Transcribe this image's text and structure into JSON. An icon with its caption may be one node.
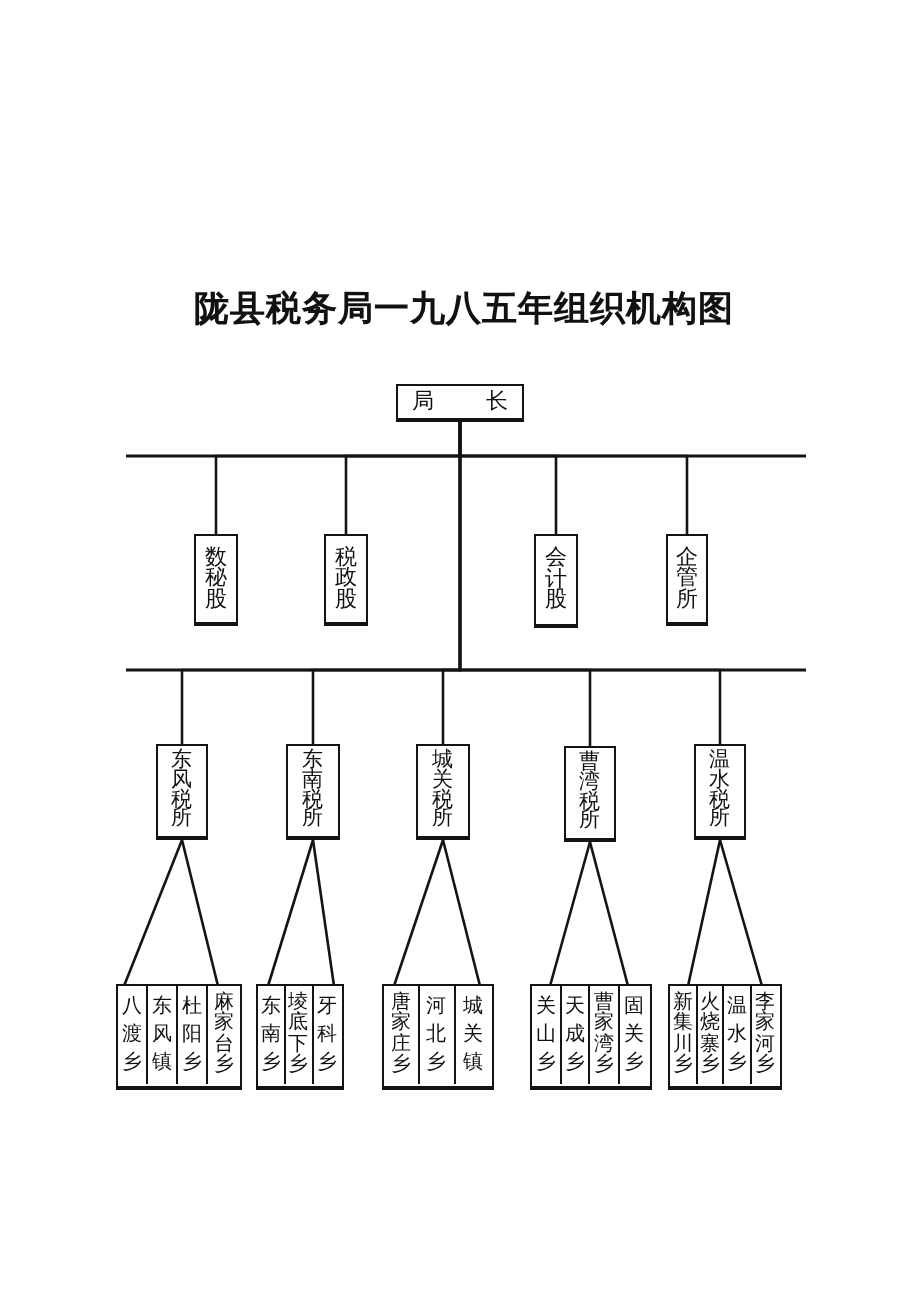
{
  "diagram": {
    "title": "陇县税务局一九八五年组织机构图",
    "nodes": [
      {
        "text": [
          "局长"
        ]
      },
      {
        "text": [
          "数秘股"
        ]
      },
      {
        "text": [
          "税政股"
        ]
      },
      {
        "text": [
          "会计股"
        ]
      },
      {
        "text": [
          "企管所"
        ]
      },
      {
        "text": [
          "东风税所"
        ]
      },
      {
        "text": [
          "东南税所"
        ]
      },
      {
        "text": [
          "城关税所"
        ]
      },
      {
        "text": [
          "曹湾税所"
        ]
      },
      {
        "text": [
          "温水税所"
        ]
      },
      {
        "text": [],
        "shape": "box"
      },
      {
        "text": [
          "八渡乡"
        ],
        "in": 10
      },
      {
        "text": [
          "东风镇"
        ],
        "in": 10
      },
      {
        "text": [
          "杜阳乡"
        ],
        "in": 10
      },
      {
        "text": [
          "麻家台乡"
        ],
        "in": 10
      },
      {
        "text": [],
        "shape": "box"
      },
      {
        "text": [
          "东南乡"
        ],
        "in": 15
      },
      {
        "text": [
          "堎底下乡"
        ],
        "in": 15
      },
      {
        "text": [
          "牙科乡"
        ],
        "in": 15
      },
      {
        "text": [],
        "shape": "box"
      },
      {
        "text": [
          "唐家庄乡"
        ],
        "in": 19
      },
      {
        "text": [
          "河北乡"
        ],
        "in": 19
      },
      {
        "text": [
          "城关镇"
        ],
        "in": 19
      },
      {
        "text": [],
        "shape": "box"
      },
      {
        "text": [
          "关山乡"
        ],
        "in": 23
      },
      {
        "text": [
          "天成乡"
        ],
        "in": 23
      },
      {
        "text": [
          "曹家湾乡"
        ],
        "in": 23
      },
      {
        "text": [
          "固关乡"
        ],
        "in": 23
      },
      {
        "text": [],
        "shape": "box"
      },
      {
        "text": [
          "新集川乡"
        ],
        "in": 28
      },
      {
        "text": [
          "火烧寨乡"
        ],
        "in": 28
      },
      {
        "text": [
          "温水乡"
        ],
        "in": 28
      },
      {
        "text": [
          "李家河乡"
        ],
        "in": 28
      }
    ],
    "edges": [
      {
        "from": 0,
        "to": 1,
        "arrow": "none"
      },
      {
        "from": 0,
        "to": 2,
        "arrow": "none"
      },
      {
        "from": 0,
        "to": 3,
        "arrow": "none"
      },
      {
        "from": 0,
        "to": 4,
        "arrow": "none"
      },
      {
        "from": 0,
        "to": 5,
        "arrow": "none"
      },
      {
        "from": 0,
        "to": 6,
        "arrow": "none"
      },
      {
        "from": 0,
        "to": 7,
        "arrow": "none"
      },
      {
        "from": 0,
        "to": 8,
        "arrow": "none"
      },
      {
        "from": 0,
        "to": 9,
        "arrow": "none"
      },
      {
        "from": 5,
        "to": 11,
        "arrow": "none"
      },
      {
        "from": 5,
        "to": 14,
        "arrow": "none"
      },
      {
        "from": 6,
        "to": 16,
        "arrow": "none"
      },
      {
        "from": 6,
        "to": 18,
        "arrow": "none"
      },
      {
        "from": 7,
        "to": 20,
        "arrow": "none"
      },
      {
        "from": 7,
        "to": 22,
        "arrow": "none"
      },
      {
        "from": 8,
        "to": 24,
        "arrow": "none"
      },
      {
        "from": 8,
        "to": 27,
        "arrow": "none"
      },
      {
        "from": 9,
        "to": 29,
        "arrow": "none"
      },
      {
        "from": 9,
        "to": 32,
        "arrow": "none"
      }
    ]
  }
}
